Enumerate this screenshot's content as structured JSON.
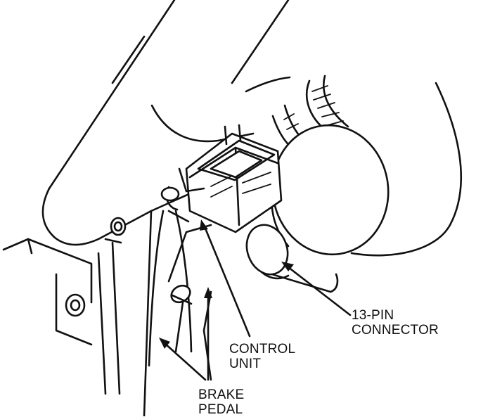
{
  "labels": {
    "connector": [
      "13-PIN",
      "CONNECTOR"
    ],
    "control_unit": [
      "CONTROL",
      "UNIT"
    ],
    "brake_pedal": [
      "BRAKE",
      "PEDAL"
    ]
  },
  "colors": {
    "line": "#111111",
    "background": "#ffffff"
  }
}
